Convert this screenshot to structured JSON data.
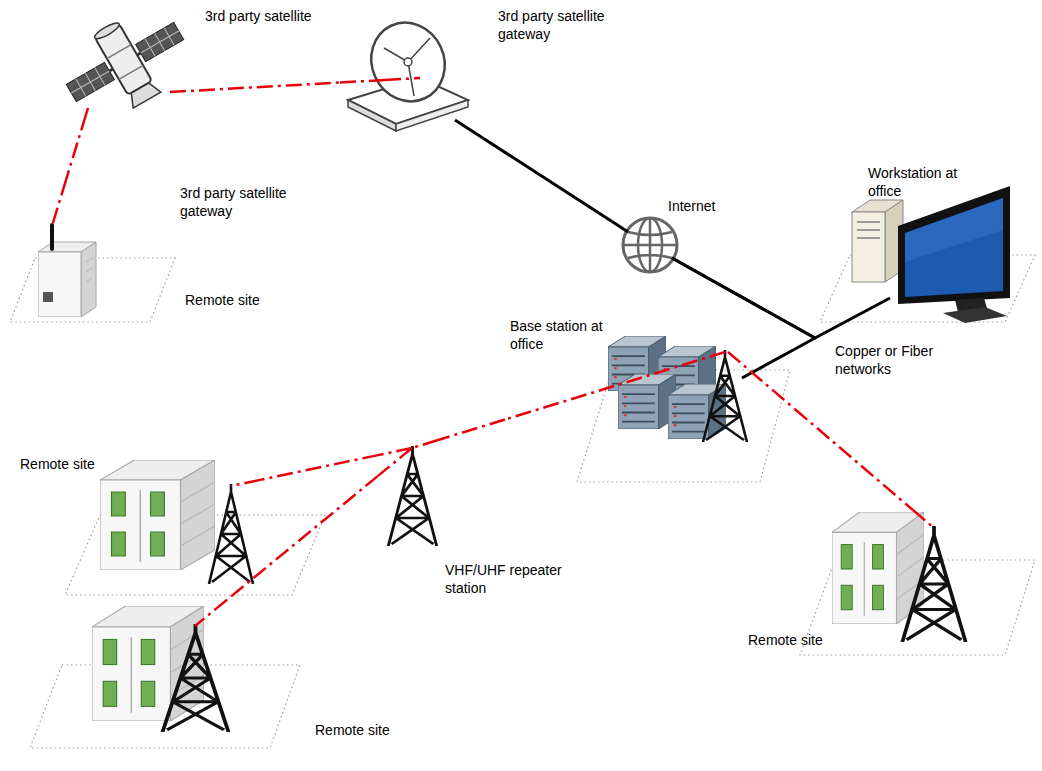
{
  "diagram": {
    "nodes": [
      {
        "text": [
          "3rd party satellite"
        ]
      },
      {
        "text": [
          "3rd party satellite gateway"
        ]
      },
      {
        "text": [
          "3rd party satellite gateway",
          "Remote site"
        ]
      },
      {
        "text": [
          "Internet"
        ]
      },
      {
        "text": [
          "Workstation at office"
        ]
      },
      {
        "text": [
          "Base station at office"
        ]
      },
      {
        "text": [
          "VHF/UHF repeater station"
        ]
      },
      {
        "text": [
          "Remote site"
        ]
      },
      {
        "text": [
          "Remote site"
        ]
      },
      {
        "text": [
          "Remote site"
        ]
      }
    ],
    "edges": [
      {
        "from": 0,
        "to": 1,
        "arrow": "none"
      },
      {
        "from": 0,
        "to": 2,
        "arrow": "none"
      },
      {
        "from": 1,
        "to": 3,
        "arrow": "none"
      },
      {
        "from": 3,
        "to": 4,
        "arrow": "none"
      },
      {
        "from": 3,
        "to": 5,
        "arrow": "none"
      },
      {
        "from": 5,
        "to": 6,
        "arrow": "none"
      },
      {
        "from": 6,
        "to": 7,
        "arrow": "none"
      },
      {
        "from": 6,
        "to": 8,
        "arrow": "none"
      },
      {
        "from": 5,
        "to": 9,
        "arrow": "none"
      }
    ],
    "labels": [
      "Copper or Fiber networks"
    ]
  }
}
